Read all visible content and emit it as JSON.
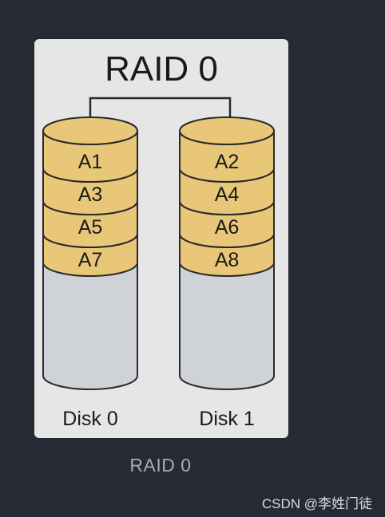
{
  "diagram": {
    "title": "RAID 0",
    "disks": [
      {
        "label": "Disk 0",
        "blocks": [
          "A1",
          "A3",
          "A5",
          "A7"
        ]
      },
      {
        "label": "Disk 1",
        "blocks": [
          "A2",
          "A4",
          "A6",
          "A8"
        ]
      }
    ],
    "colors": {
      "block_fill": "#e8c878",
      "disk_fill": "#cfd2d6",
      "outline": "#2a2a2a",
      "background": "#e6e6e6"
    }
  },
  "caption": "RAID 0",
  "watermark": "CSDN @李姓门徒"
}
